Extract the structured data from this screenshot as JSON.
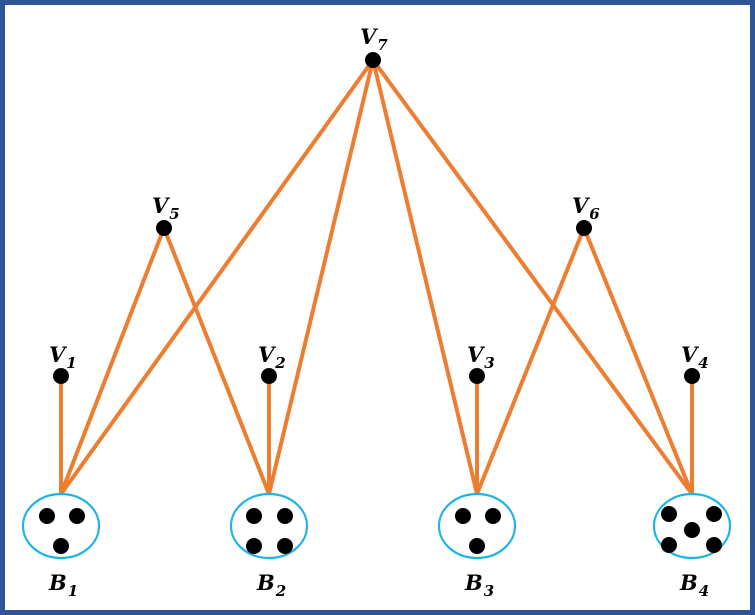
{
  "diagram": {
    "colors": {
      "frame": "#2f5597",
      "edge": "#ed7d31",
      "bin_outline": "#1fb3e6",
      "node": "#000000"
    },
    "nodes": [
      {
        "id": "V7",
        "letter": "V",
        "sub": "7"
      },
      {
        "id": "V5",
        "letter": "V",
        "sub": "5"
      },
      {
        "id": "V6",
        "letter": "V",
        "sub": "6"
      },
      {
        "id": "V1",
        "letter": "V",
        "sub": "1"
      },
      {
        "id": "V2",
        "letter": "V",
        "sub": "2"
      },
      {
        "id": "V3",
        "letter": "V",
        "sub": "3"
      },
      {
        "id": "V4",
        "letter": "V",
        "sub": "4"
      }
    ],
    "bins": [
      {
        "id": "B1",
        "letter": "B",
        "sub": "1",
        "dots": 3
      },
      {
        "id": "B2",
        "letter": "B",
        "sub": "2",
        "dots": 4
      },
      {
        "id": "B3",
        "letter": "B",
        "sub": "3",
        "dots": 3
      },
      {
        "id": "B4",
        "letter": "B",
        "sub": "4",
        "dots": 5
      }
    ],
    "edges": [
      [
        "V1",
        "B1"
      ],
      [
        "V2",
        "B2"
      ],
      [
        "V3",
        "B3"
      ],
      [
        "V4",
        "B4"
      ],
      [
        "V5",
        "B1"
      ],
      [
        "V5",
        "B2"
      ],
      [
        "V6",
        "B3"
      ],
      [
        "V6",
        "B4"
      ],
      [
        "V7",
        "B1"
      ],
      [
        "V7",
        "B2"
      ],
      [
        "V7",
        "B3"
      ],
      [
        "V7",
        "B4"
      ]
    ]
  }
}
